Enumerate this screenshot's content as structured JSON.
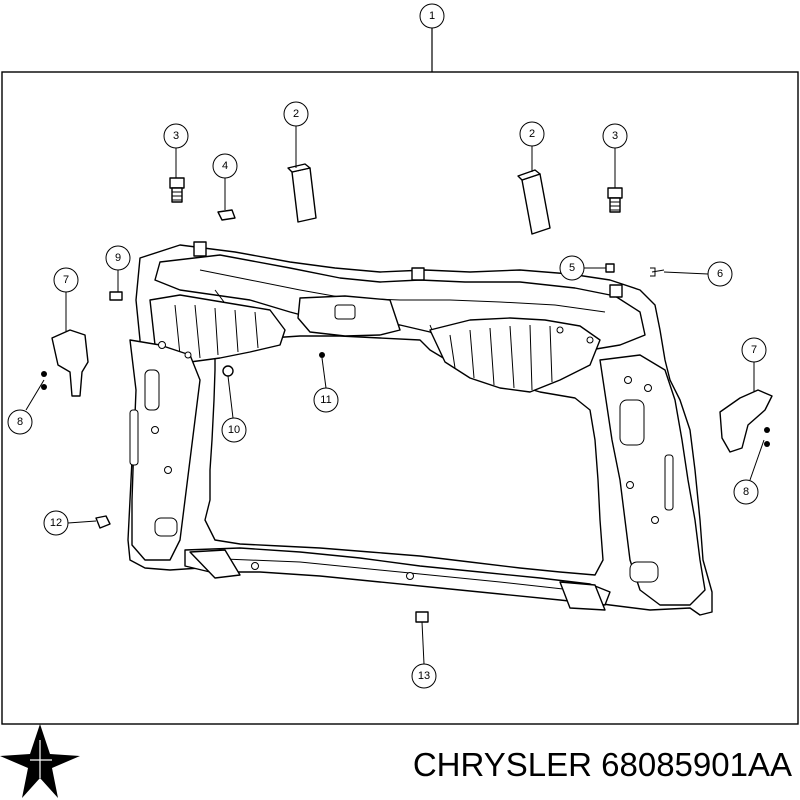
{
  "callouts": [
    {
      "id": "c1",
      "label": "1"
    },
    {
      "id": "c2a",
      "label": "2"
    },
    {
      "id": "c2b",
      "label": "2"
    },
    {
      "id": "c3a",
      "label": "3"
    },
    {
      "id": "c3b",
      "label": "3"
    },
    {
      "id": "c4",
      "label": "4"
    },
    {
      "id": "c5",
      "label": "5"
    },
    {
      "id": "c6",
      "label": "6"
    },
    {
      "id": "c7a",
      "label": "7"
    },
    {
      "id": "c7b",
      "label": "7"
    },
    {
      "id": "c8a",
      "label": "8"
    },
    {
      "id": "c8b",
      "label": "8"
    },
    {
      "id": "c9",
      "label": "9"
    },
    {
      "id": "c10",
      "label": "10"
    },
    {
      "id": "c11",
      "label": "11"
    },
    {
      "id": "c12",
      "label": "12"
    },
    {
      "id": "c13",
      "label": "13"
    }
  ],
  "brand": {
    "name": "CHRYSLER",
    "part_number": "68085901AA",
    "logo_icon": "pentastar-icon"
  },
  "colors": {
    "ink": "#000000",
    "background": "#ffffff"
  }
}
